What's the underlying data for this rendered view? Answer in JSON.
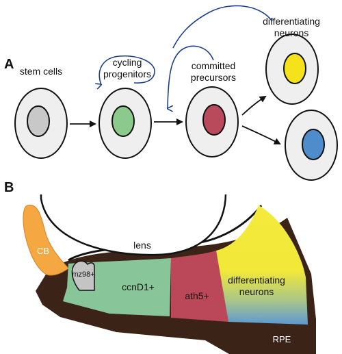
{
  "panel_a": {
    "letter": "A",
    "cells": [
      {
        "label": "stem cells",
        "nucleus_color": "#c8c8c8"
      },
      {
        "label_line1": "cycling",
        "label_line2": "progenitors",
        "nucleus_color": "#8cc98c"
      },
      {
        "label_line1": "committed",
        "label_line2": "precursors",
        "nucleus_color": "#b84a5c"
      },
      {
        "label_line1": "differentiating",
        "label_line2": "neurons",
        "nucleus_color": "#f5e21a"
      },
      {
        "nucleus_color": "#4f8ccc"
      }
    ],
    "arrow_color": "#1d3f85"
  },
  "panel_b": {
    "letter": "B",
    "regions": {
      "lens": "lens",
      "cb": "CB",
      "mz98": "mz98+",
      "ccnd1": "ccnD1+",
      "ath5": "ath5+",
      "diff_line1": "differentiating",
      "diff_line2": "neurons",
      "rpe": "RPE"
    },
    "colors": {
      "cb": "#f5a742",
      "rpe": "#3b2318",
      "ccnd1": "#88c69a",
      "ath5": "#bb4858",
      "diff_top": "#f4ea3c",
      "diff_bottom": "#5c98d2",
      "mz98": "#c4c4c4"
    }
  }
}
